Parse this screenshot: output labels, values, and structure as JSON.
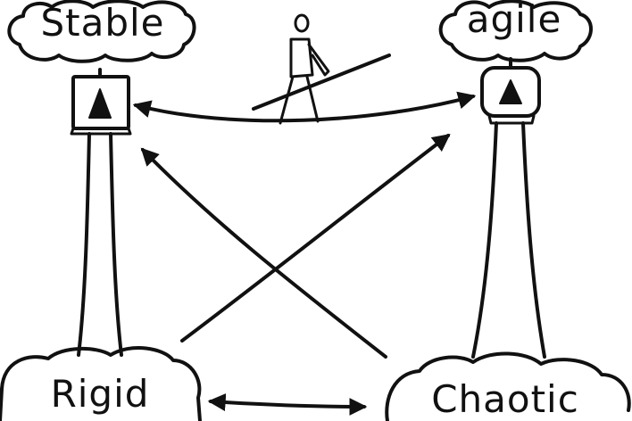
{
  "labels": {
    "top_left": "Stable",
    "top_right": "agile",
    "bottom_left": "Rigid",
    "bottom_right": "Chaotic"
  },
  "colors": {
    "ink": "#111111",
    "paper": "#ffffff"
  },
  "icons": [
    "tightrope-walker-icon",
    "warning-triangle-icon"
  ]
}
